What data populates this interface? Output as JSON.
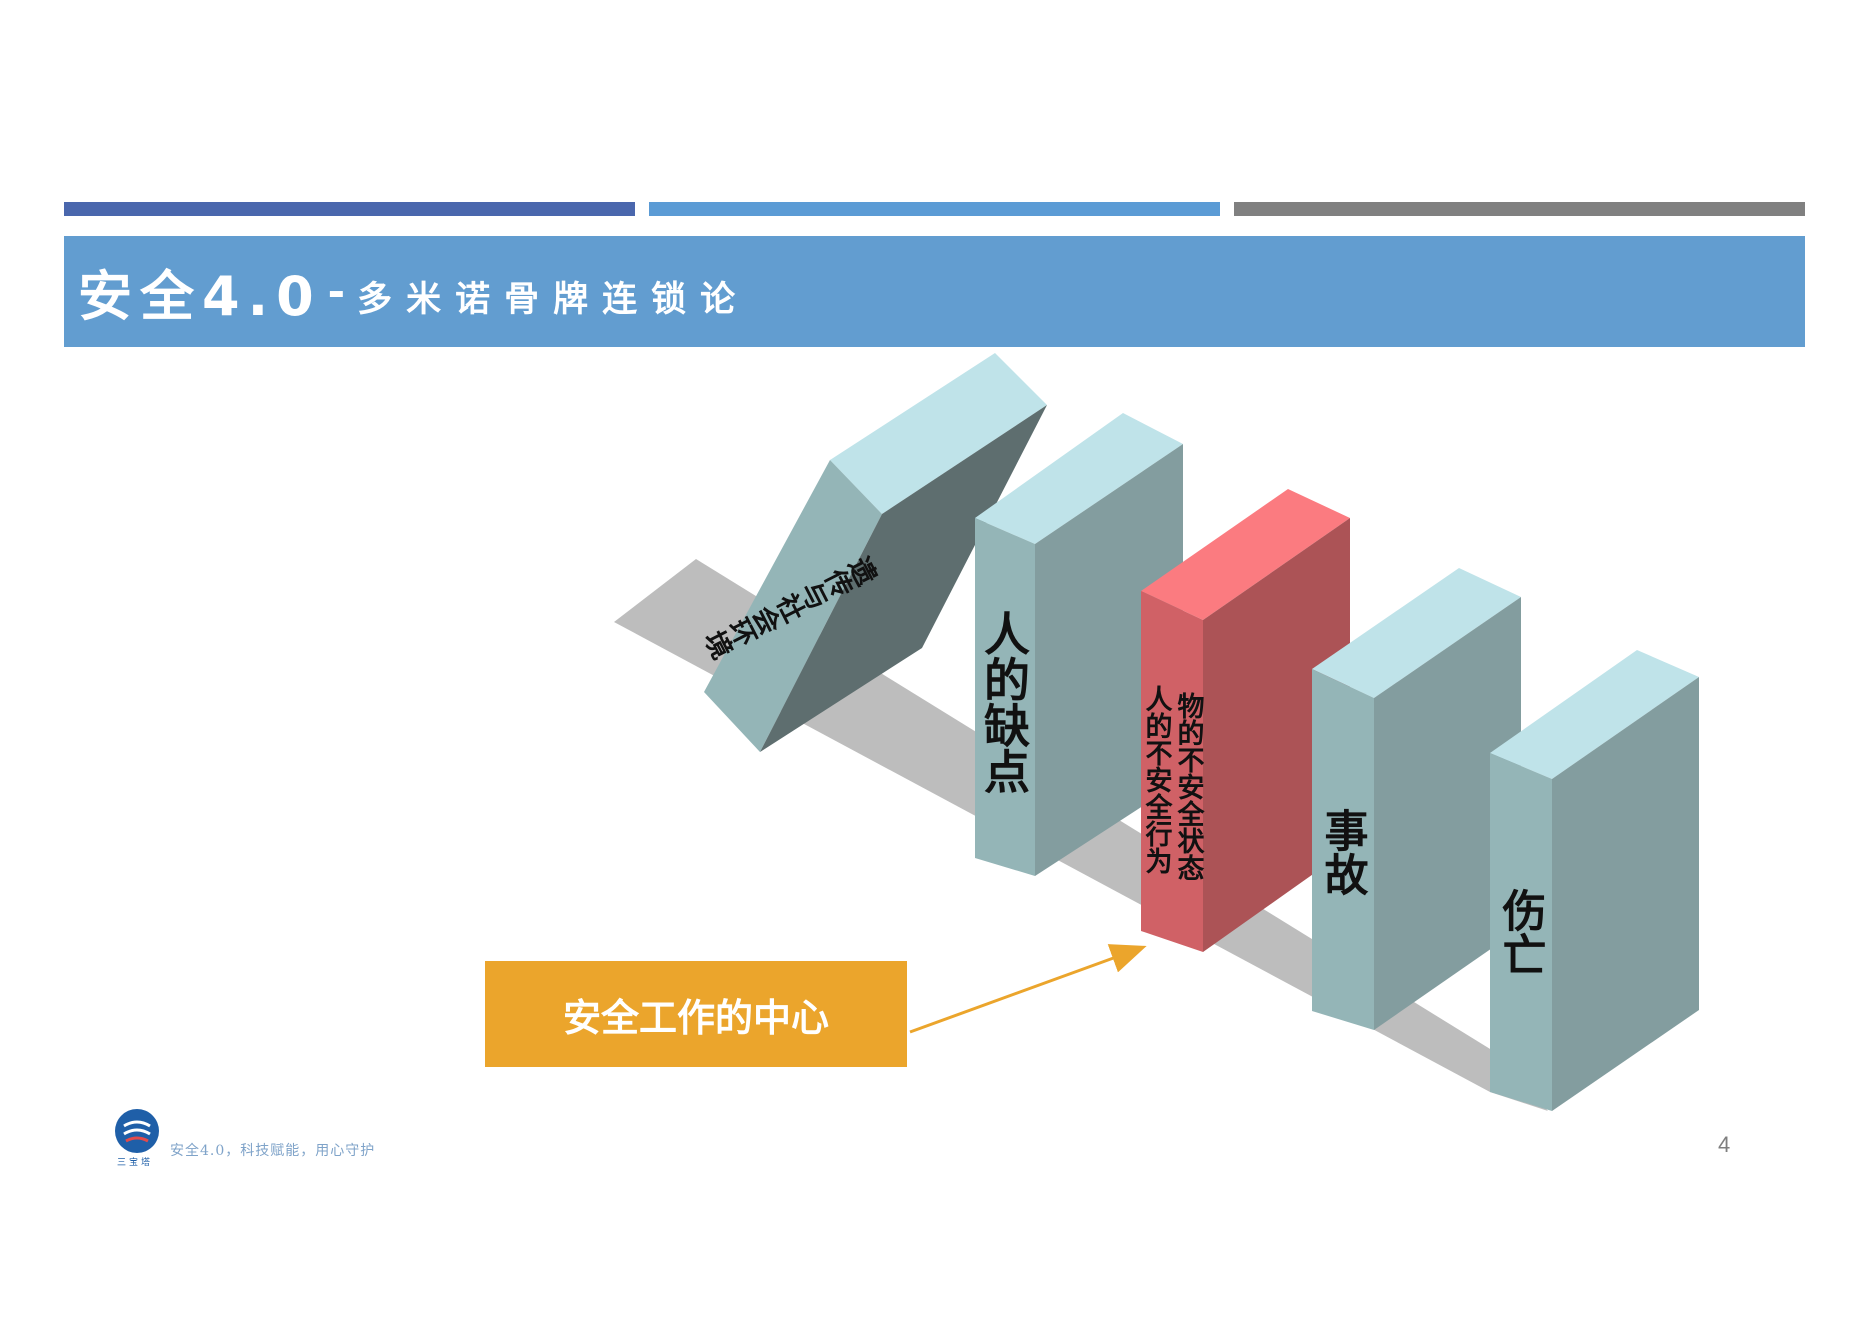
{
  "header": {
    "title_main": "安全4.0",
    "title_sep": "-",
    "title_sub": "多米诺骨牌连锁论"
  },
  "diagram": {
    "dominoes": [
      {
        "id": "genetics",
        "label": "遗传与社会环境"
      },
      {
        "id": "personal-defects",
        "label": "人的缺点"
      },
      {
        "id": "unsafe",
        "label_line1": "物的不安全状态",
        "label_line2": "人的不安全行为",
        "highlight": true
      },
      {
        "id": "accident",
        "label": "事故"
      },
      {
        "id": "injury",
        "label": "伤亡"
      }
    ],
    "callout": "安全工作的中心",
    "colors": {
      "top": "#bfe3e9",
      "front": "#94b5b7",
      "side": "#839d9f",
      "highlight_top": "#fb7b80",
      "highlight_front": "#d06166",
      "highlight_side": "#ac5356",
      "shadow": "#bdbdbd",
      "callout": "#eba52c"
    }
  },
  "footer": {
    "logo_text": "三宝塔",
    "slogan": "安全4.0，科技赋能，用心守护",
    "page_number": "4"
  }
}
